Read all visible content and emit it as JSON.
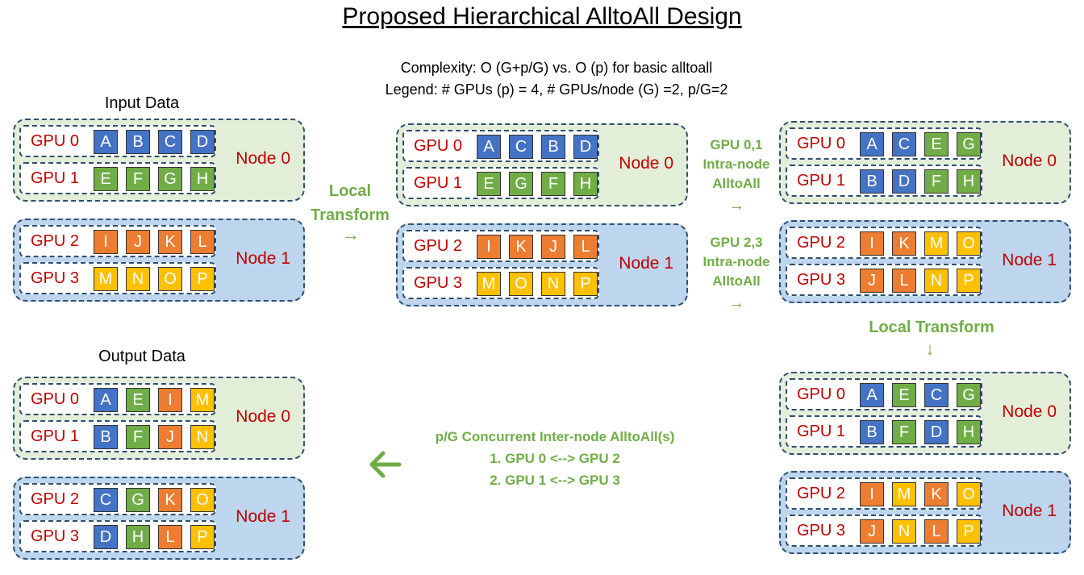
{
  "title": "Proposed Hierarchical AlltoAll Design",
  "complexity": "Complexity: O (G+p/G) vs. O (p) for basic alltoall",
  "legend": "Legend: # GPUs (p) = 4, # GPUs/node (G) =2, p/G=2",
  "input_label": "Input Data",
  "output_label": "Output Data",
  "colors": {
    "blue": "#4472c4",
    "green": "#70ad47",
    "orange": "#ed7d31",
    "yellow": "#ffc000",
    "node_green": "#e3eed9",
    "node_blue": "#bdd6ee",
    "label_red": "#c00000"
  },
  "steps": {
    "local_transform_1": [
      "Local",
      "Transform"
    ],
    "intra_node_01": [
      "GPU 0,1",
      "Intra-node",
      "AlltoAll"
    ],
    "intra_node_23": [
      "GPU 2,3",
      "Intra-node",
      "AlltoAll"
    ],
    "local_transform_2": "Local Transform",
    "inter_node": [
      "p/G Concurrent Inter-node AlltoAll(s)",
      "1. GPU 0 <--> GPU 2",
      "2. GPU 1 <--> GPU 3"
    ]
  },
  "arrows": {
    "right": "→",
    "down": "↓",
    "left": "🡐"
  },
  "stages": {
    "input": [
      {
        "node": "Node 0",
        "color": "green",
        "gpus": [
          {
            "label": "GPU 0",
            "cells": [
              [
                "A",
                "blue"
              ],
              [
                "B",
                "blue"
              ],
              [
                "C",
                "blue"
              ],
              [
                "D",
                "blue"
              ]
            ]
          },
          {
            "label": "GPU 1",
            "cells": [
              [
                "E",
                "green"
              ],
              [
                "F",
                "green"
              ],
              [
                "G",
                "green"
              ],
              [
                "H",
                "green"
              ]
            ]
          }
        ]
      },
      {
        "node": "Node 1",
        "color": "blue",
        "gpus": [
          {
            "label": "GPU 2",
            "cells": [
              [
                "I",
                "orange"
              ],
              [
                "J",
                "orange"
              ],
              [
                "K",
                "orange"
              ],
              [
                "L",
                "orange"
              ]
            ]
          },
          {
            "label": "GPU 3",
            "cells": [
              [
                "M",
                "yellow"
              ],
              [
                "N",
                "yellow"
              ],
              [
                "O",
                "yellow"
              ],
              [
                "P",
                "yellow"
              ]
            ]
          }
        ]
      }
    ],
    "after_local": [
      {
        "node": "Node 0",
        "color": "green",
        "gpus": [
          {
            "label": "GPU 0",
            "cells": [
              [
                "A",
                "blue"
              ],
              [
                "C",
                "blue"
              ],
              [
                "B",
                "blue"
              ],
              [
                "D",
                "blue"
              ]
            ]
          },
          {
            "label": "GPU 1",
            "cells": [
              [
                "E",
                "green"
              ],
              [
                "G",
                "green"
              ],
              [
                "F",
                "green"
              ],
              [
                "H",
                "green"
              ]
            ]
          }
        ]
      },
      {
        "node": "Node 1",
        "color": "blue",
        "gpus": [
          {
            "label": "GPU 2",
            "cells": [
              [
                "I",
                "orange"
              ],
              [
                "K",
                "orange"
              ],
              [
                "J",
                "orange"
              ],
              [
                "L",
                "orange"
              ]
            ]
          },
          {
            "label": "GPU 3",
            "cells": [
              [
                "M",
                "yellow"
              ],
              [
                "O",
                "yellow"
              ],
              [
                "N",
                "yellow"
              ],
              [
                "P",
                "yellow"
              ]
            ]
          }
        ]
      }
    ],
    "after_intra": [
      {
        "node": "Node 0",
        "color": "green",
        "gpus": [
          {
            "label": "GPU 0",
            "cells": [
              [
                "A",
                "blue"
              ],
              [
                "C",
                "blue"
              ],
              [
                "E",
                "green"
              ],
              [
                "G",
                "green"
              ]
            ]
          },
          {
            "label": "GPU 1",
            "cells": [
              [
                "B",
                "blue"
              ],
              [
                "D",
                "blue"
              ],
              [
                "F",
                "green"
              ],
              [
                "H",
                "green"
              ]
            ]
          }
        ]
      },
      {
        "node": "Node 1",
        "color": "blue",
        "gpus": [
          {
            "label": "GPU 2",
            "cells": [
              [
                "I",
                "orange"
              ],
              [
                "K",
                "orange"
              ],
              [
                "M",
                "yellow"
              ],
              [
                "O",
                "yellow"
              ]
            ]
          },
          {
            "label": "GPU 3",
            "cells": [
              [
                "J",
                "orange"
              ],
              [
                "L",
                "orange"
              ],
              [
                "N",
                "yellow"
              ],
              [
                "P",
                "yellow"
              ]
            ]
          }
        ]
      }
    ],
    "after_local2": [
      {
        "node": "Node 0",
        "color": "green",
        "gpus": [
          {
            "label": "GPU 0",
            "cells": [
              [
                "A",
                "blue"
              ],
              [
                "E",
                "green"
              ],
              [
                "C",
                "blue"
              ],
              [
                "G",
                "green"
              ]
            ]
          },
          {
            "label": "GPU 1",
            "cells": [
              [
                "B",
                "blue"
              ],
              [
                "F",
                "green"
              ],
              [
                "D",
                "blue"
              ],
              [
                "H",
                "green"
              ]
            ]
          }
        ]
      },
      {
        "node": "Node 1",
        "color": "blue",
        "gpus": [
          {
            "label": "GPU 2",
            "cells": [
              [
                "I",
                "orange"
              ],
              [
                "M",
                "yellow"
              ],
              [
                "K",
                "orange"
              ],
              [
                "O",
                "yellow"
              ]
            ]
          },
          {
            "label": "GPU 3",
            "cells": [
              [
                "J",
                "orange"
              ],
              [
                "N",
                "yellow"
              ],
              [
                "L",
                "orange"
              ],
              [
                "P",
                "yellow"
              ]
            ]
          }
        ]
      }
    ],
    "output": [
      {
        "node": "Node 0",
        "color": "green",
        "gpus": [
          {
            "label": "GPU 0",
            "cells": [
              [
                "A",
                "blue"
              ],
              [
                "E",
                "green"
              ],
              [
                "I",
                "orange"
              ],
              [
                "M",
                "yellow"
              ]
            ]
          },
          {
            "label": "GPU 1",
            "cells": [
              [
                "B",
                "blue"
              ],
              [
                "F",
                "green"
              ],
              [
                "J",
                "orange"
              ],
              [
                "N",
                "yellow"
              ]
            ]
          }
        ]
      },
      {
        "node": "Node 1",
        "color": "blue",
        "gpus": [
          {
            "label": "GPU 2",
            "cells": [
              [
                "C",
                "blue"
              ],
              [
                "G",
                "green"
              ],
              [
                "K",
                "orange"
              ],
              [
                "O",
                "yellow"
              ]
            ]
          },
          {
            "label": "GPU 3",
            "cells": [
              [
                "D",
                "blue"
              ],
              [
                "H",
                "green"
              ],
              [
                "L",
                "orange"
              ],
              [
                "P",
                "yellow"
              ]
            ]
          }
        ]
      }
    ]
  }
}
